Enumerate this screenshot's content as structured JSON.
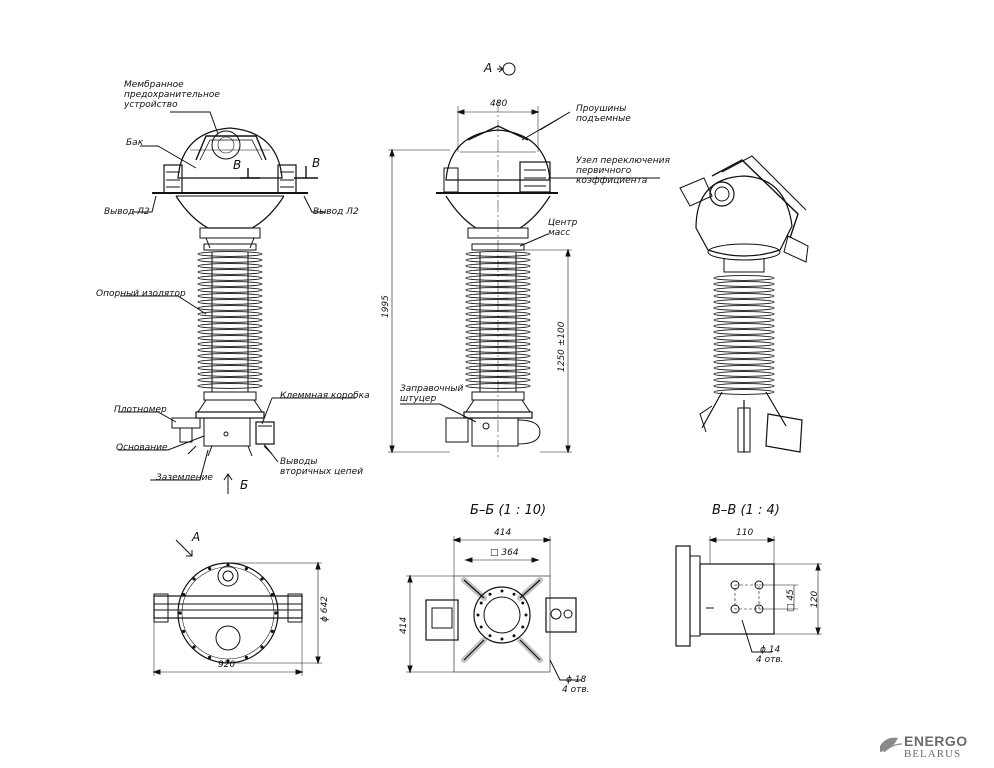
{
  "labels": {
    "membrane": "Мембранное\nпредохранительное\nустройство",
    "tank": "Бак",
    "lead_left": "Вывод Л2",
    "lead_right": "Вывод Л2",
    "support_insulator": "Опорный изолятор",
    "density_meter": "Плотномер",
    "base": "Основание",
    "grounding": "Заземление",
    "terminal_box": "Клеммная коробка",
    "secondary_leads": "Выводы\nвторичных цепей",
    "lifting_eyes": "Проушины\nподъемные",
    "ratio_switch": "Узел переключения\nпервичного\nкоэффициента",
    "center_mass": "Центр\nмасс",
    "fill_fitting": "Заправочный\nштуцер",
    "view_a": "А",
    "view_b": "Б",
    "view_v_left": "В",
    "view_v_right": "В",
    "arrow_b": "Б",
    "view_a_plan": "А"
  },
  "dimensions": {
    "width_480": "480",
    "height_1995": "1995",
    "height_1250": "1250 ±100",
    "dia_642": "ϕ 642",
    "width_920": "920",
    "w_414_top": "414",
    "sq_364": "□ 364",
    "h_414_left": "414",
    "dia_18": "ϕ 18",
    "holes_4a": "4 отв.",
    "w_110": "110",
    "sq_45": "□ 45",
    "h_120": "120",
    "dia_14": "ϕ 14",
    "holes_4b": "4 отв."
  },
  "sections": {
    "bb": "Б–Б (1 : 10)",
    "vv": "В–В (1 : 4)"
  },
  "brand": {
    "line1": "ENERGO",
    "line2": "BELARUS"
  }
}
